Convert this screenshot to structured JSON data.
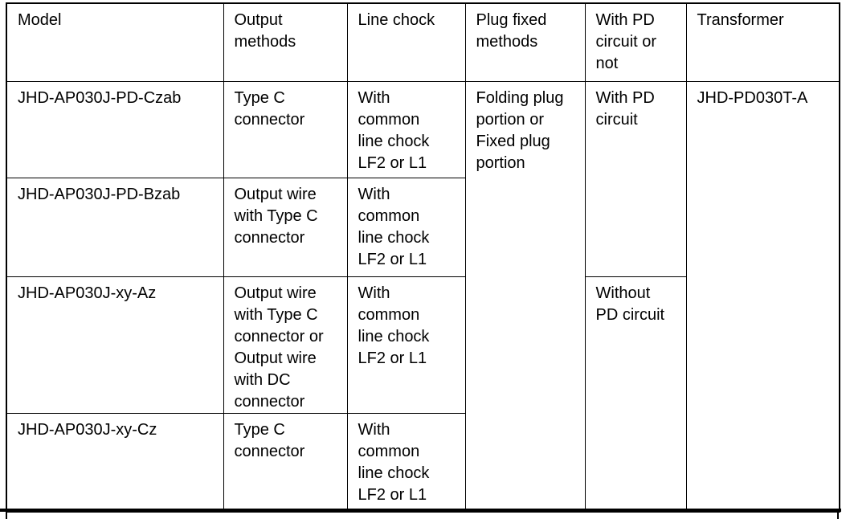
{
  "page": {
    "background_color": "#ffffff",
    "border_color": "#000000",
    "text_color": "#000000"
  },
  "table": {
    "headers": {
      "model": "Model",
      "output_methods": "Output\nmethods",
      "line_chock": "Line chock",
      "plug_fixed_methods": "Plug fixed\nmethods",
      "pd_circuit": "With PD\ncircuit or\nnot",
      "transformer": "Transformer"
    },
    "rows": [
      {
        "model": "JHD-AP030J-PD-Czab",
        "output_methods": "Type C\nconnector",
        "line_chock": "With\ncommon\nline chock\nLF2 or L1"
      },
      {
        "model": "JHD-AP030J-PD-Bzab",
        "output_methods": "Output wire\nwith Type C\nconnector",
        "line_chock": "With\ncommon\nline chock\nLF2 or L1"
      },
      {
        "model": "JHD-AP030J-xy-Az",
        "output_methods": "Output wire\nwith Type C\nconnector or\nOutput wire\nwith DC\nconnector",
        "line_chock": "With\ncommon\nline chock\nLF2 or L1"
      },
      {
        "model": "JHD-AP030J-xy-Cz",
        "output_methods": "Type C\nconnector",
        "line_chock": "With\ncommon\nline chock\nLF2 or L1"
      }
    ],
    "merged_cells": {
      "plug_fixed_methods": "Folding plug\nportion or\nFixed plug\nportion",
      "with_pd_circuit": "With PD\ncircuit",
      "without_pd_circuit": "Without\nPD circuit",
      "transformer": "JHD-PD030T-A"
    }
  }
}
